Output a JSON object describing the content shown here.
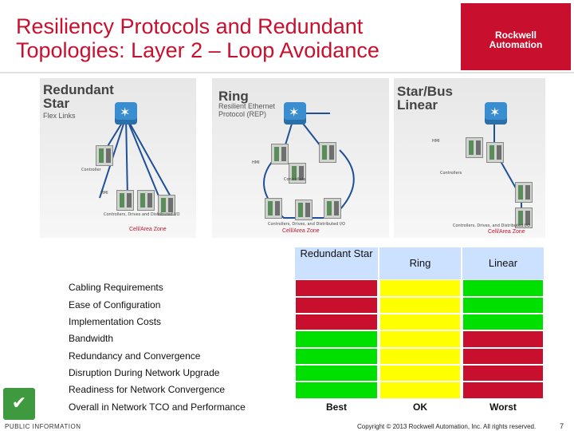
{
  "header": {
    "title_line1": "Resiliency Protocols and Redundant",
    "title_line2": "Topologies: Layer 2 – Loop Avoidance",
    "logo_line1": "Rockwell",
    "logo_line2": "Automation"
  },
  "diagrams": [
    {
      "title_line1": "Redundant",
      "title_line2": "Star",
      "subtitle": "Flex Links",
      "labels": {
        "controller": "Controller",
        "hmi": "HMI",
        "bottom": "Controllers, Drives and Distributed I/O",
        "zone": "Cell/Area Zone"
      }
    },
    {
      "title_line1": "Ring",
      "subtitle_line1": "Resilient Ethernet",
      "subtitle_line2": "Protocol (REP)",
      "labels": {
        "hmi": "HMI",
        "controller": "Controllers",
        "bottom": "Controllers, Drives, and Distributed I/O",
        "zone": "Cell/Area Zone"
      }
    },
    {
      "title_line1": "Star/Bus",
      "title_line2": "Linear",
      "labels": {
        "hmi": "HMI",
        "controller": "Controllers",
        "bottom": "Controllers, Drives, and Distributed I/O",
        "zone": "Cell/Area Zone"
      }
    }
  ],
  "comparison": {
    "columns": [
      "Redundant Star",
      "Ring",
      "Linear"
    ],
    "rows": [
      "Cabling Requirements",
      "Ease of Configuration",
      "Implementation Costs",
      "Bandwidth",
      "Redundancy and Convergence",
      "Disruption During Network Upgrade",
      "Readiness for Network Convergence",
      "Overall in Network TCO and Performance"
    ],
    "cell_colors": [
      [
        "#c8102e",
        "#ffff00",
        "#00e000"
      ],
      [
        "#c8102e",
        "#ffff00",
        "#00e000"
      ],
      [
        "#c8102e",
        "#ffff00",
        "#00e000"
      ],
      [
        "#00e000",
        "#ffff00",
        "#c8102e"
      ],
      [
        "#00e000",
        "#ffff00",
        "#c8102e"
      ],
      [
        "#00e000",
        "#ffff00",
        "#c8102e"
      ],
      [
        "#00e000",
        "#ffff00",
        "#c8102e"
      ]
    ],
    "summary": [
      "Best",
      "OK",
      "Worst"
    ],
    "colors": {
      "red": "#c8102e",
      "yellow": "#ffff00",
      "green": "#00e000"
    }
  },
  "footer": {
    "classification": "PUBLIC INFORMATION",
    "copyright": "Copyright © 2013 Rockwell Automation, Inc. All rights reserved.",
    "page": "7"
  },
  "icons": [
    "check-icon",
    "switch-icon",
    "device-icon"
  ]
}
